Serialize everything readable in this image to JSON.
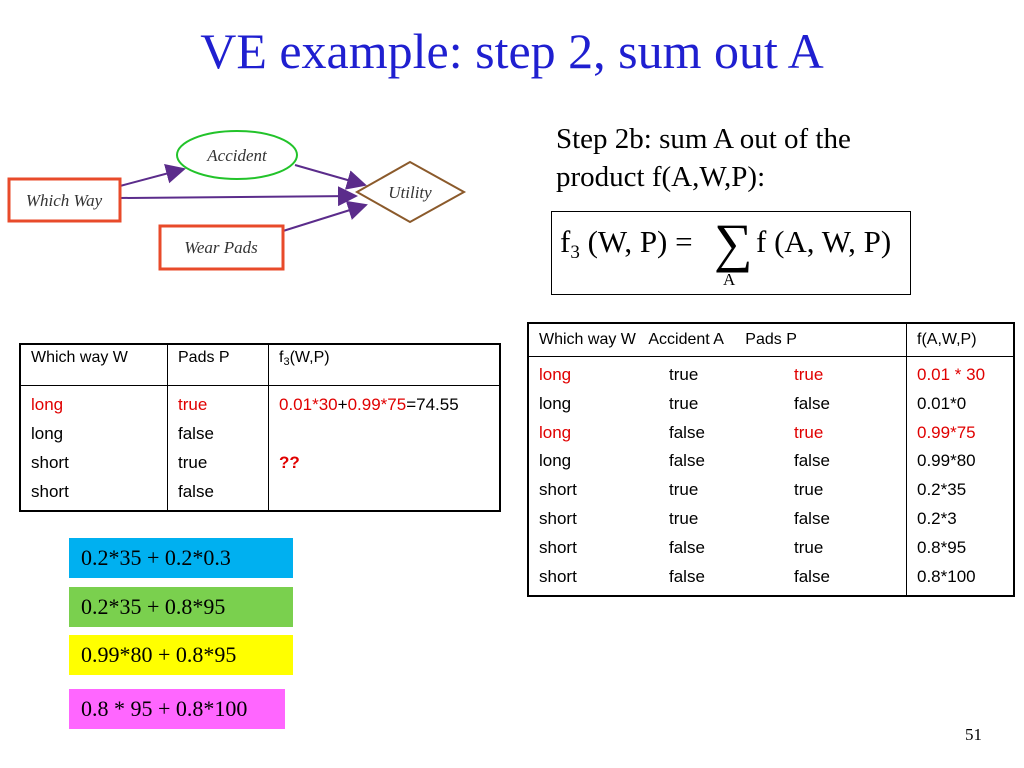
{
  "slide": {
    "title": "VE example: step 2, sum out A",
    "page_number": "51",
    "step_text": "Step 2b: sum A out of the product f(A,W,P):"
  },
  "diagram": {
    "nodes": {
      "accident": "Accident",
      "which_way": "Which Way",
      "utility": "Utility",
      "wear_pads": "Wear Pads"
    },
    "colors": {
      "accident_border": "#22c32a",
      "decision_border": "#e84a2a",
      "utility_border": "#8b5a2b",
      "arrow": "#5b2c8b"
    }
  },
  "formula": {
    "lhs": "f",
    "lhs_sub": "3",
    "lhs_args": "(W, P) =",
    "sigma": "∑",
    "sigma_sub": "A",
    "rhs": "f (A, W, P)"
  },
  "table_f3": {
    "headers": {
      "w": "Which way W",
      "p": "Pads P",
      "f_base": "f",
      "f_sub": "3",
      "f_args": "(W,P)"
    },
    "w": [
      "long",
      "long",
      "short",
      "short"
    ],
    "p": [
      "true",
      "false",
      "true",
      "false"
    ],
    "f_row1": {
      "a": "0.01*30",
      "plus": "+",
      "b": "0.99*75",
      "result": "=74.55"
    },
    "f_row3": "??"
  },
  "table_fawp": {
    "headers": {
      "wap": "Which way W   Accident A     Pads P",
      "f": "f(A,W,P)"
    },
    "rows": [
      {
        "w": "long",
        "a": "true",
        "p": "true",
        "f": "0.01 * 30",
        "red": true
      },
      {
        "w": "long",
        "a": "true",
        "p": "false",
        "f": "0.01*0",
        "red": false
      },
      {
        "w": "long",
        "a": "false",
        "p": "true",
        "f": "0.99*75",
        "red": true
      },
      {
        "w": "long",
        "a": "false",
        "p": "false",
        "f": "0.99*80",
        "red": false
      },
      {
        "w": "short",
        "a": "true",
        "p": "true",
        "f": "0.2*35",
        "red": false
      },
      {
        "w": "short",
        "a": "true",
        "p": "false",
        "f": "0.2*3",
        "red": false
      },
      {
        "w": "short",
        "a": "false",
        "p": "true",
        "f": "0.8*95",
        "red": false
      },
      {
        "w": "short",
        "a": "false",
        "p": "false",
        "f": "0.8*100",
        "red": false
      }
    ]
  },
  "answer_boxes": [
    {
      "text": "0.2*35 + 0.2*0.3",
      "color": "#00b0f0"
    },
    {
      "text": "0.2*35 + 0.8*95",
      "color": "#7ad04e"
    },
    {
      "text": "0.99*80 + 0.8*95",
      "color": "#ffff00"
    },
    {
      "text": "0.8 * 95 + 0.8*100",
      "color": "#ff66ff"
    }
  ]
}
